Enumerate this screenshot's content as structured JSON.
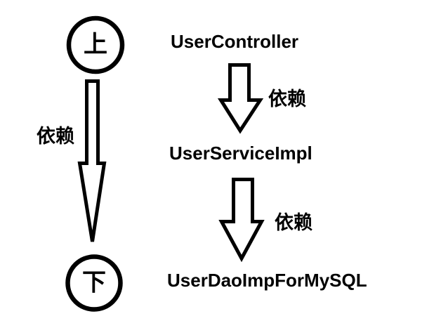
{
  "colors": {
    "background": "#ffffff",
    "ink": "#000000"
  },
  "left_flow": {
    "top_node_label": "上",
    "bottom_node_label": "下",
    "arrow_label": "依赖"
  },
  "right_flow": {
    "node1": "UserController",
    "node2": "UserServiceImpl",
    "node3": "UserDaoImpForMySQL",
    "arrow1_label": "依赖",
    "arrow2_label": "依赖"
  }
}
